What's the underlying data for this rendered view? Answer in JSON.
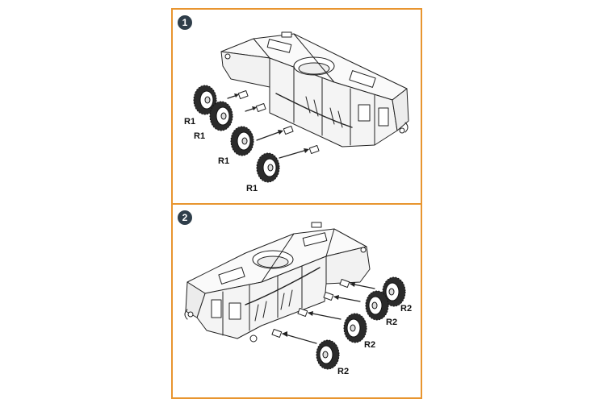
{
  "frame_color": "#e8952f",
  "badge_color": "#2f3e4a",
  "steps": [
    {
      "number": "1",
      "labels": [
        "R1",
        "R1",
        "R1",
        "R1"
      ]
    },
    {
      "number": "2",
      "labels": [
        "R2",
        "R2",
        "R2",
        "R2"
      ]
    }
  ]
}
